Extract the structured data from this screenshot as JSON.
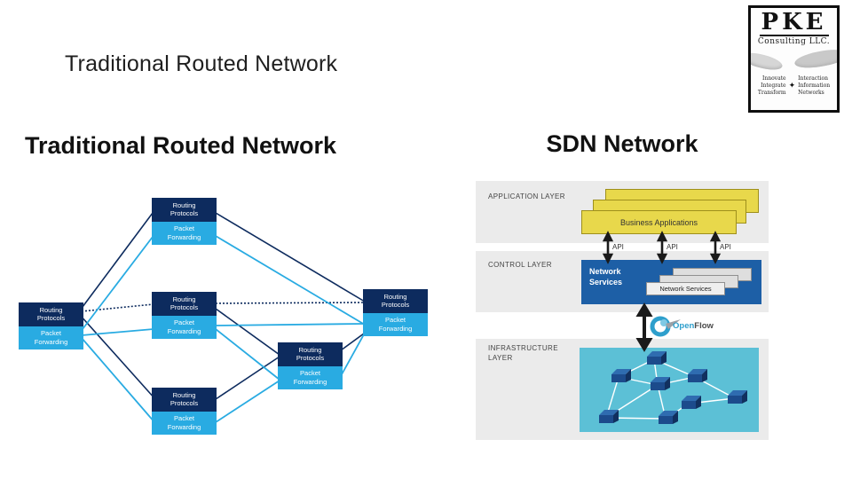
{
  "colors": {
    "slide_bg": "#ffffff",
    "title_text": "#1f1f1f",
    "navy": "#0d2b5e",
    "cyan": "#29abe2",
    "band_gray": "#ebebeb",
    "yellow": "#e8d84b",
    "yellow_border": "#9e8f1c",
    "control_blue": "#1d5fa6",
    "teal": "#5cc0d6",
    "cube_blue": "#1c4b8c",
    "openflow_blue": "#2e9fcc",
    "label_gray": "#444444"
  },
  "slide": {
    "title": "Traditional Routed Network"
  },
  "left_panel": {
    "heading": "Traditional Routed Network"
  },
  "right_panel": {
    "heading": "SDN Network"
  },
  "logo": {
    "brand": "PKE",
    "sub": "Consulting LLC.",
    "left_words": [
      "Innovate",
      "Integrate",
      "Transform"
    ],
    "right_words": [
      "Interaction",
      "Information",
      "Networks"
    ],
    "star": "✦"
  },
  "routed_network": {
    "nodes": [
      {
        "id": "left",
        "top": "Routing Protocols",
        "bottom": "Packet Forwarding"
      },
      {
        "id": "top",
        "top": "Routing Protocols",
        "bottom": "Packet Forwarding"
      },
      {
        "id": "middle",
        "top": "Routing Protocols",
        "bottom": "Packet Forwarding"
      },
      {
        "id": "bottom",
        "top": "Routing Protocols",
        "bottom": "Packet Forwarding"
      },
      {
        "id": "center",
        "top": "Routing Protocols",
        "bottom": "Packet Forwarding"
      },
      {
        "id": "right",
        "top": "Routing Protocols",
        "bottom": "Packet Forwarding"
      }
    ]
  },
  "sdn": {
    "layers": [
      "APPLICATION LAYER",
      "CONTROL LAYER",
      "INFRASTRUCTURE LAYER"
    ],
    "business_apps_label": "Business Applications",
    "api_labels": [
      "API",
      "API",
      "API"
    ],
    "network_services_box_label": "Network Services",
    "network_services_card_label": "Network Services",
    "openflow": {
      "open": "Open",
      "flow": "Flow"
    }
  }
}
